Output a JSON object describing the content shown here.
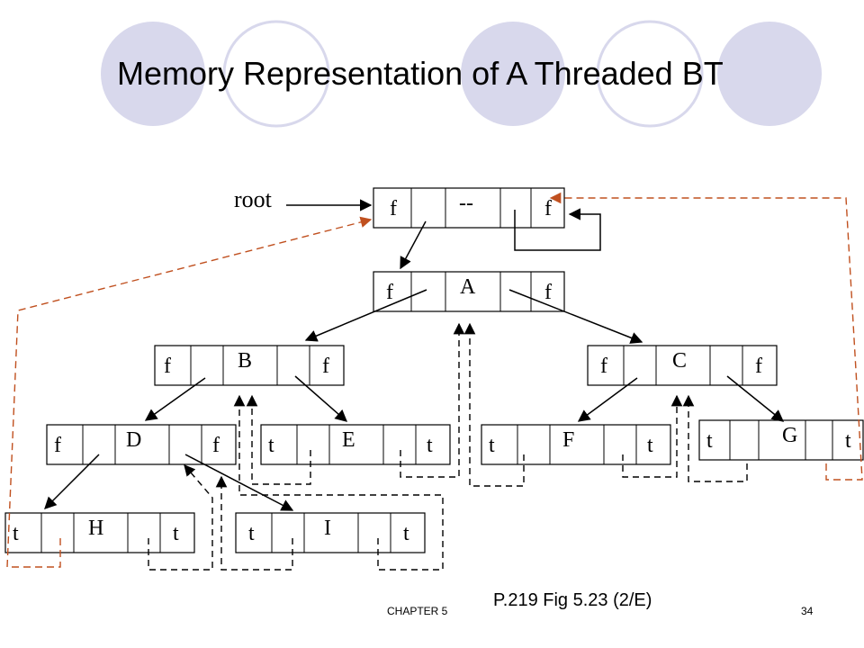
{
  "title": "Memory Representation of A Threaded BT",
  "colors": {
    "circle_fill": "#d8d8ec",
    "circle_stroke": "#d8d8ec",
    "thread_red": "#c0501f",
    "black": "#000000"
  },
  "root_label": "root",
  "nodes": [
    {
      "id": "head",
      "left_flag": "f",
      "data": "--",
      "right_flag": "f"
    },
    {
      "id": "A",
      "left_flag": "f",
      "data": "A",
      "right_flag": "f"
    },
    {
      "id": "B",
      "left_flag": "f",
      "data": "B",
      "right_flag": "f"
    },
    {
      "id": "C",
      "left_flag": "f",
      "data": "C",
      "right_flag": "f"
    },
    {
      "id": "D",
      "left_flag": "f",
      "data": "D",
      "right_flag": "f"
    },
    {
      "id": "E",
      "left_flag": "t",
      "data": "E",
      "right_flag": "t"
    },
    {
      "id": "F",
      "left_flag": "t",
      "data": "F",
      "right_flag": "t"
    },
    {
      "id": "G",
      "left_flag": "t",
      "data": "G",
      "right_flag": "t"
    },
    {
      "id": "H",
      "left_flag": "t",
      "data": "H",
      "right_flag": "t"
    },
    {
      "id": "I",
      "left_flag": "t",
      "data": "I",
      "right_flag": "t"
    }
  ],
  "footer": {
    "chapter": "CHAPTER 5",
    "caption": "P.219 Fig 5.23 (2/E)",
    "page": "34"
  }
}
